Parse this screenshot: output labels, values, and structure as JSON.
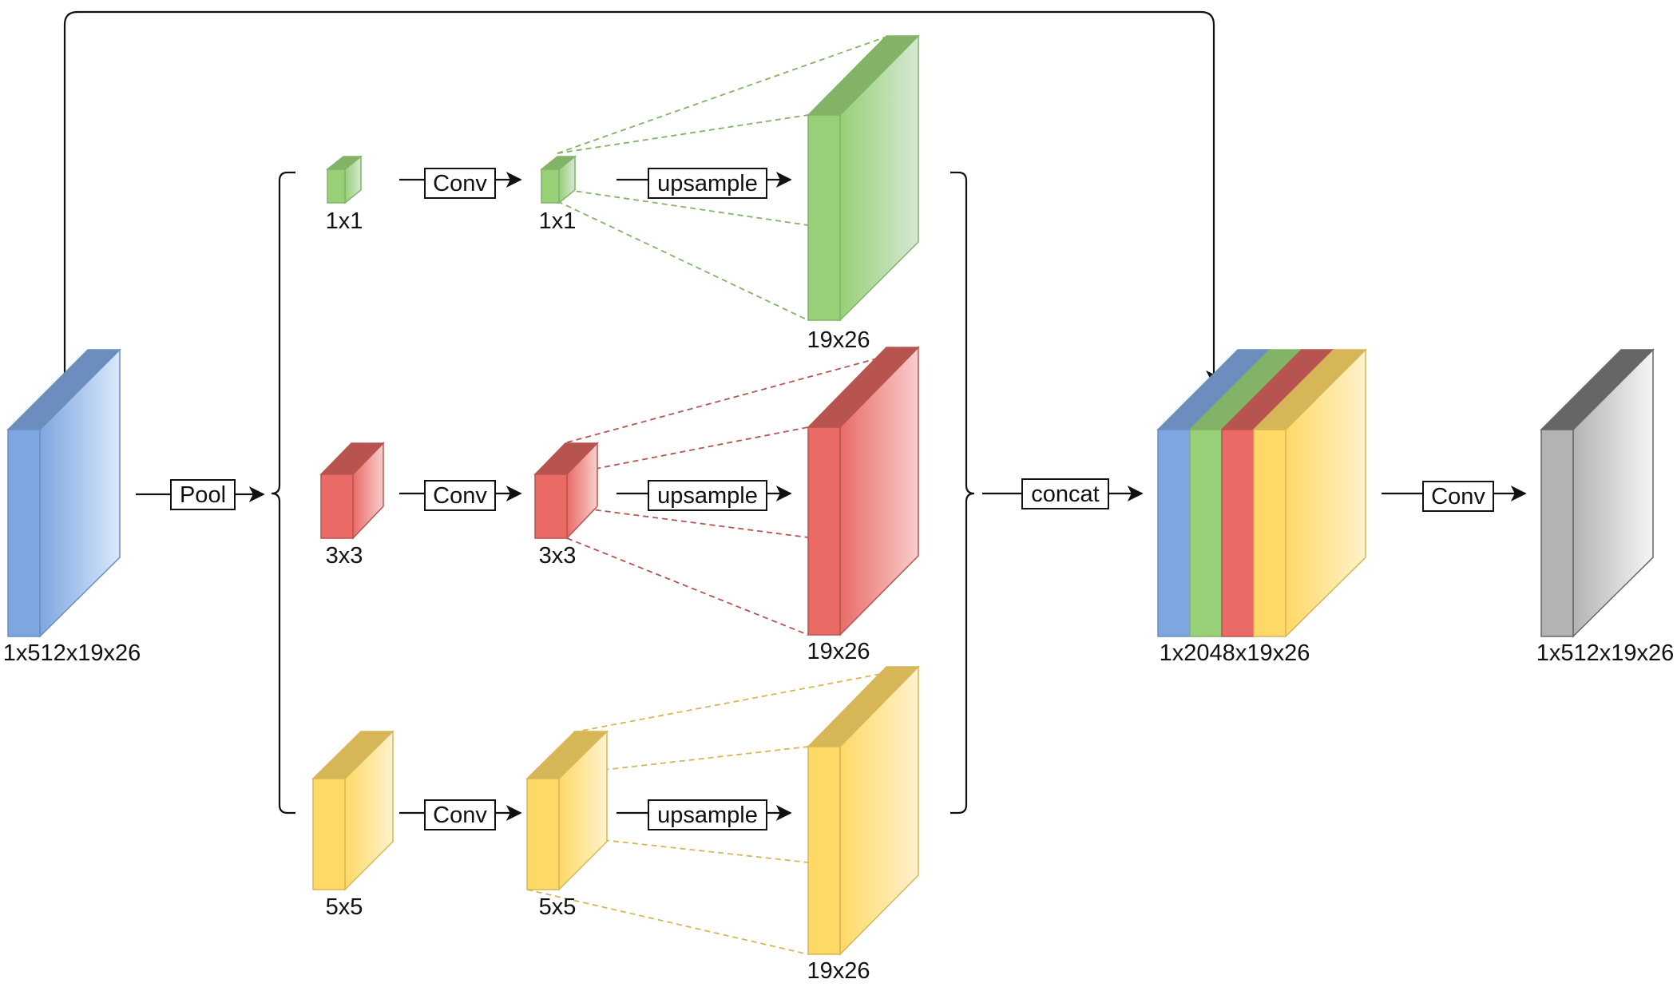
{
  "input_label": "1x512x19x26",
  "pool_label": "Pool",
  "branches": [
    {
      "name": "green",
      "pooled_label": "1x1",
      "conv_label": "Conv",
      "conv_out_label": "1x1",
      "upsample_label": "upsample",
      "up_label": "19x26"
    },
    {
      "name": "red",
      "pooled_label": "3x3",
      "conv_label": "Conv",
      "conv_out_label": "3x3",
      "upsample_label": "upsample",
      "up_label": "19x26"
    },
    {
      "name": "yellow",
      "pooled_label": "5x5",
      "conv_label": "Conv",
      "conv_out_label": "5x5",
      "upsample_label": "upsample",
      "up_label": "19x26"
    }
  ],
  "concat_label": "concat",
  "concat_out_label": "1x2048x19x26",
  "final_conv_label": "Conv",
  "output_label": "1x512x19x26",
  "colors": {
    "blue": {
      "front": "#7ea6e0",
      "light": "#dae8fc",
      "stroke": "#6c8ebf"
    },
    "green": {
      "front": "#97d077",
      "light": "#d5e8d4",
      "stroke": "#82b366"
    },
    "red": {
      "front": "#ea6b66",
      "light": "#f8cecc",
      "stroke": "#b85450"
    },
    "yellow": {
      "front": "#ffd966",
      "light": "#fff2cc",
      "stroke": "#d6b656"
    },
    "gray": {
      "front": "#b3b3b3",
      "light": "#f5f5f5",
      "stroke": "#666666"
    }
  }
}
